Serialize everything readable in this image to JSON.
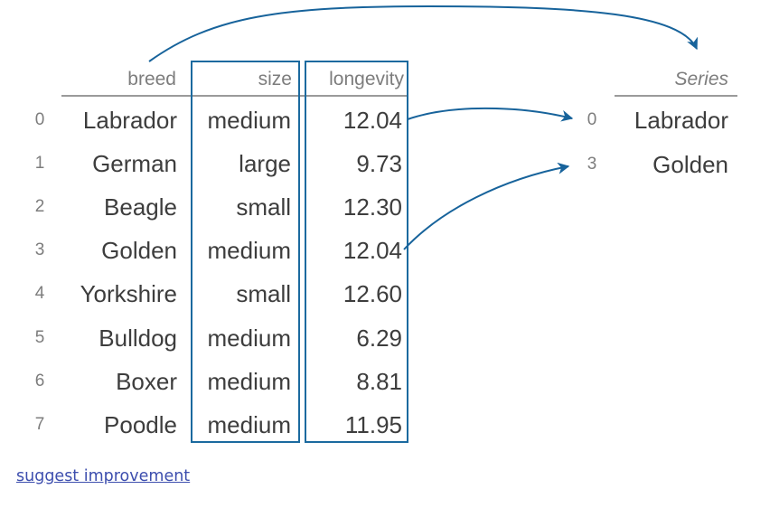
{
  "df": {
    "headers": {
      "breed": "breed",
      "size": "size",
      "longevity": "longevity"
    },
    "rows": [
      {
        "index": "0",
        "breed": "Labrador",
        "size": "medium",
        "longevity": "12.04"
      },
      {
        "index": "1",
        "breed": "German",
        "size": "large",
        "longevity": "9.73"
      },
      {
        "index": "2",
        "breed": "Beagle",
        "size": "small",
        "longevity": "12.30"
      },
      {
        "index": "3",
        "breed": "Golden",
        "size": "medium",
        "longevity": "12.04"
      },
      {
        "index": "4",
        "breed": "Yorkshire",
        "size": "small",
        "longevity": "12.60"
      },
      {
        "index": "5",
        "breed": "Bulldog",
        "size": "medium",
        "longevity": "6.29"
      },
      {
        "index": "6",
        "breed": "Boxer",
        "size": "medium",
        "longevity": "8.81"
      },
      {
        "index": "7",
        "breed": "Poodle",
        "size": "medium",
        "longevity": "11.95"
      }
    ]
  },
  "series": {
    "header": "Series",
    "rows": [
      {
        "index": "0",
        "value": "Labrador"
      },
      {
        "index": "3",
        "value": "Golden"
      }
    ]
  },
  "footer": {
    "link_label": "suggest improvement"
  },
  "icons": {
    "arrow_main": "curved-arrow-breed-to-series",
    "arrow_row0": "curved-arrow-row0-to-series",
    "arrow_row3": "curved-arrow-row3-to-series"
  },
  "colors": {
    "accent_blue": "#1b6a9f",
    "arrow_blue": "#17639b",
    "text_dark": "#3d3d3d",
    "text_gray": "#7d7d7d",
    "rule_gray": "#9a9a9a",
    "link_blue": "#3d4eae",
    "background": "#ffffff"
  }
}
